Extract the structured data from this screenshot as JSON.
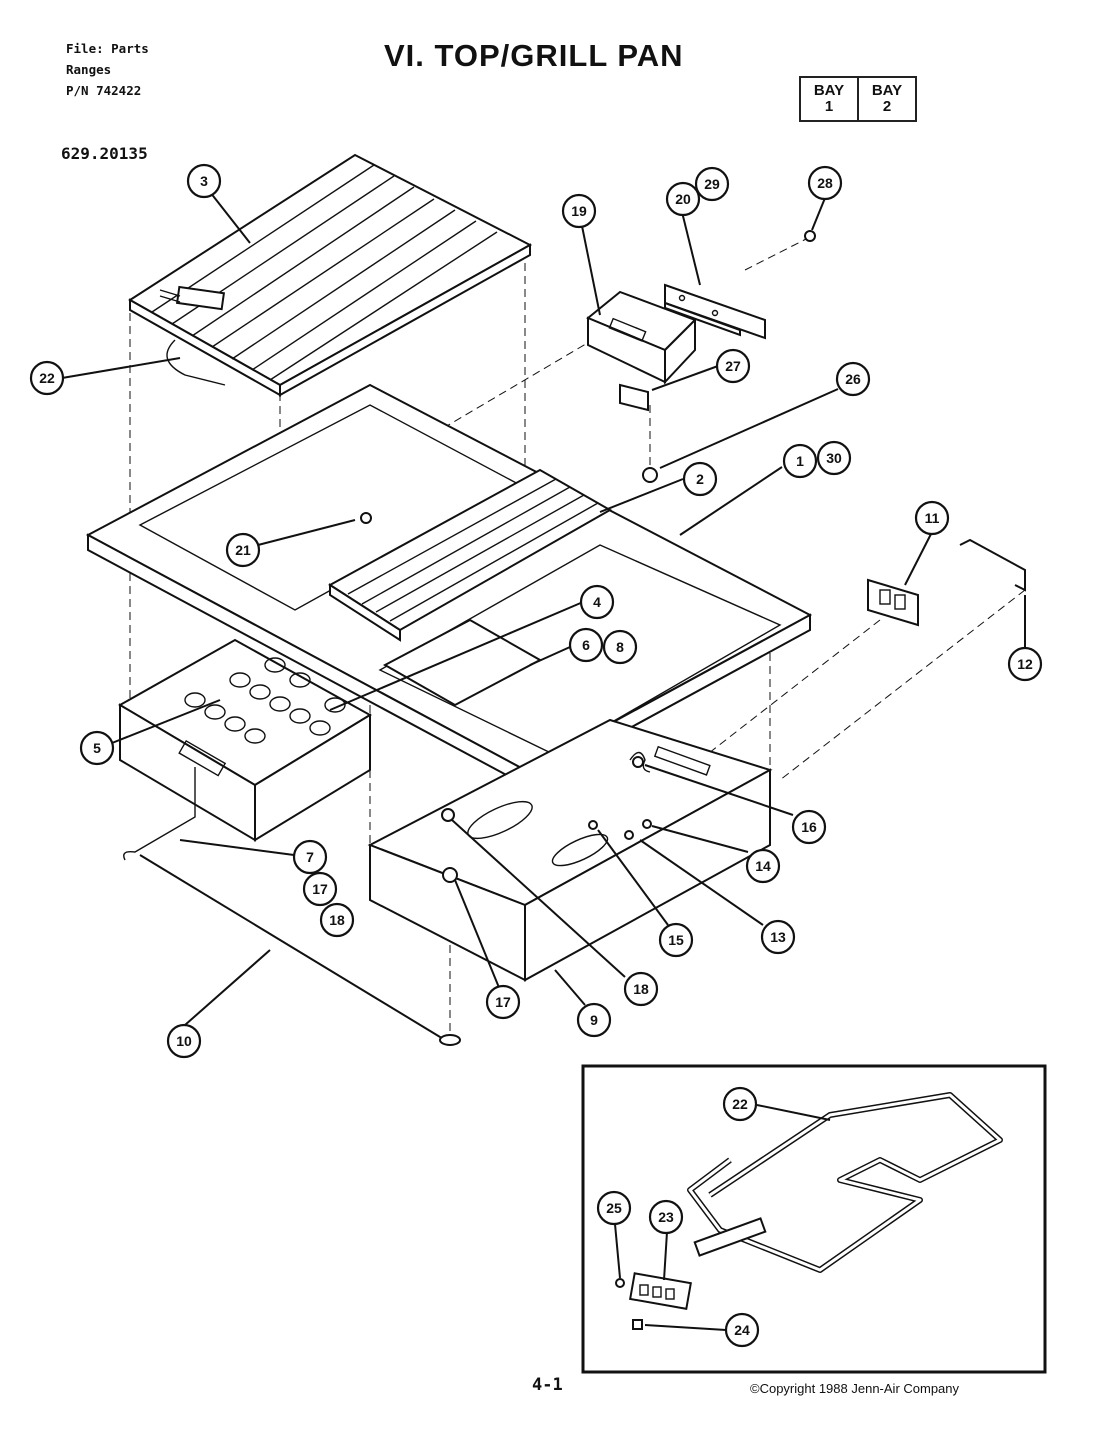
{
  "header": {
    "file_lines": [
      "File: Parts",
      "Ranges",
      "P/N 742422"
    ],
    "title": "VI. TOP/GRILL PAN",
    "bay": [
      {
        "label": "BAY",
        "number": "1"
      },
      {
        "label": "BAY",
        "number": "2"
      }
    ],
    "model_number": "629.20135"
  },
  "callouts": {
    "c1": "1",
    "c2": "2",
    "c3": "3",
    "c4": "4",
    "c5": "5",
    "c6": "6",
    "c7": "7",
    "c8": "8",
    "c9": "9",
    "c10": "10",
    "c11": "11",
    "c12": "12",
    "c13": "13",
    "c14": "14",
    "c15": "15",
    "c16": "16",
    "c17a": "17",
    "c17b": "17",
    "c18a": "18",
    "c18b": "18",
    "c19": "19",
    "c20": "20",
    "c21": "21",
    "c22a": "22",
    "c22b": "22",
    "c23": "23",
    "c24": "24",
    "c25": "25",
    "c26": "26",
    "c27": "27",
    "c28": "28",
    "c29": "29",
    "c30": "30"
  },
  "footer": {
    "page_number": "4-1",
    "copyright": "©Copyright 1988 Jenn-Air Company"
  }
}
